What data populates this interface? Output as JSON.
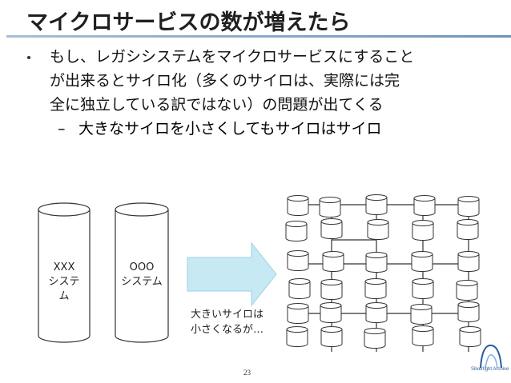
{
  "slide": {
    "title": "マイクロサービスの数が増えたら",
    "bullet_line1": "もし、レガシシステムをマイクロサービスにすること",
    "bullet_line2": "が出来るとサイロ化（多くのサイロは、実際には完",
    "bullet_line3": "全に独立している訳ではない）の問題が出てくる",
    "sub_dash": "–",
    "sub_bullet": "大きなサイロを小さくしてもサイロはサイロ",
    "cylinder_left_line1": "XXX",
    "cylinder_left_line2": "システム",
    "cylinder_right_line1": "OOO",
    "cylinder_right_line2": "システム",
    "note_line1": "大きいサイロは",
    "note_line2": "小さくなるが…",
    "page_number": "23",
    "logo_caption": "Silverlight Archive"
  },
  "colors": {
    "title_rule": "#7a9cc4",
    "arrow_fill": "#c6e9f4",
    "arrow_stroke": "#9dcfe3",
    "logo": "#2a5c9a"
  },
  "icons": {
    "logo": "logo-mark-icon"
  }
}
